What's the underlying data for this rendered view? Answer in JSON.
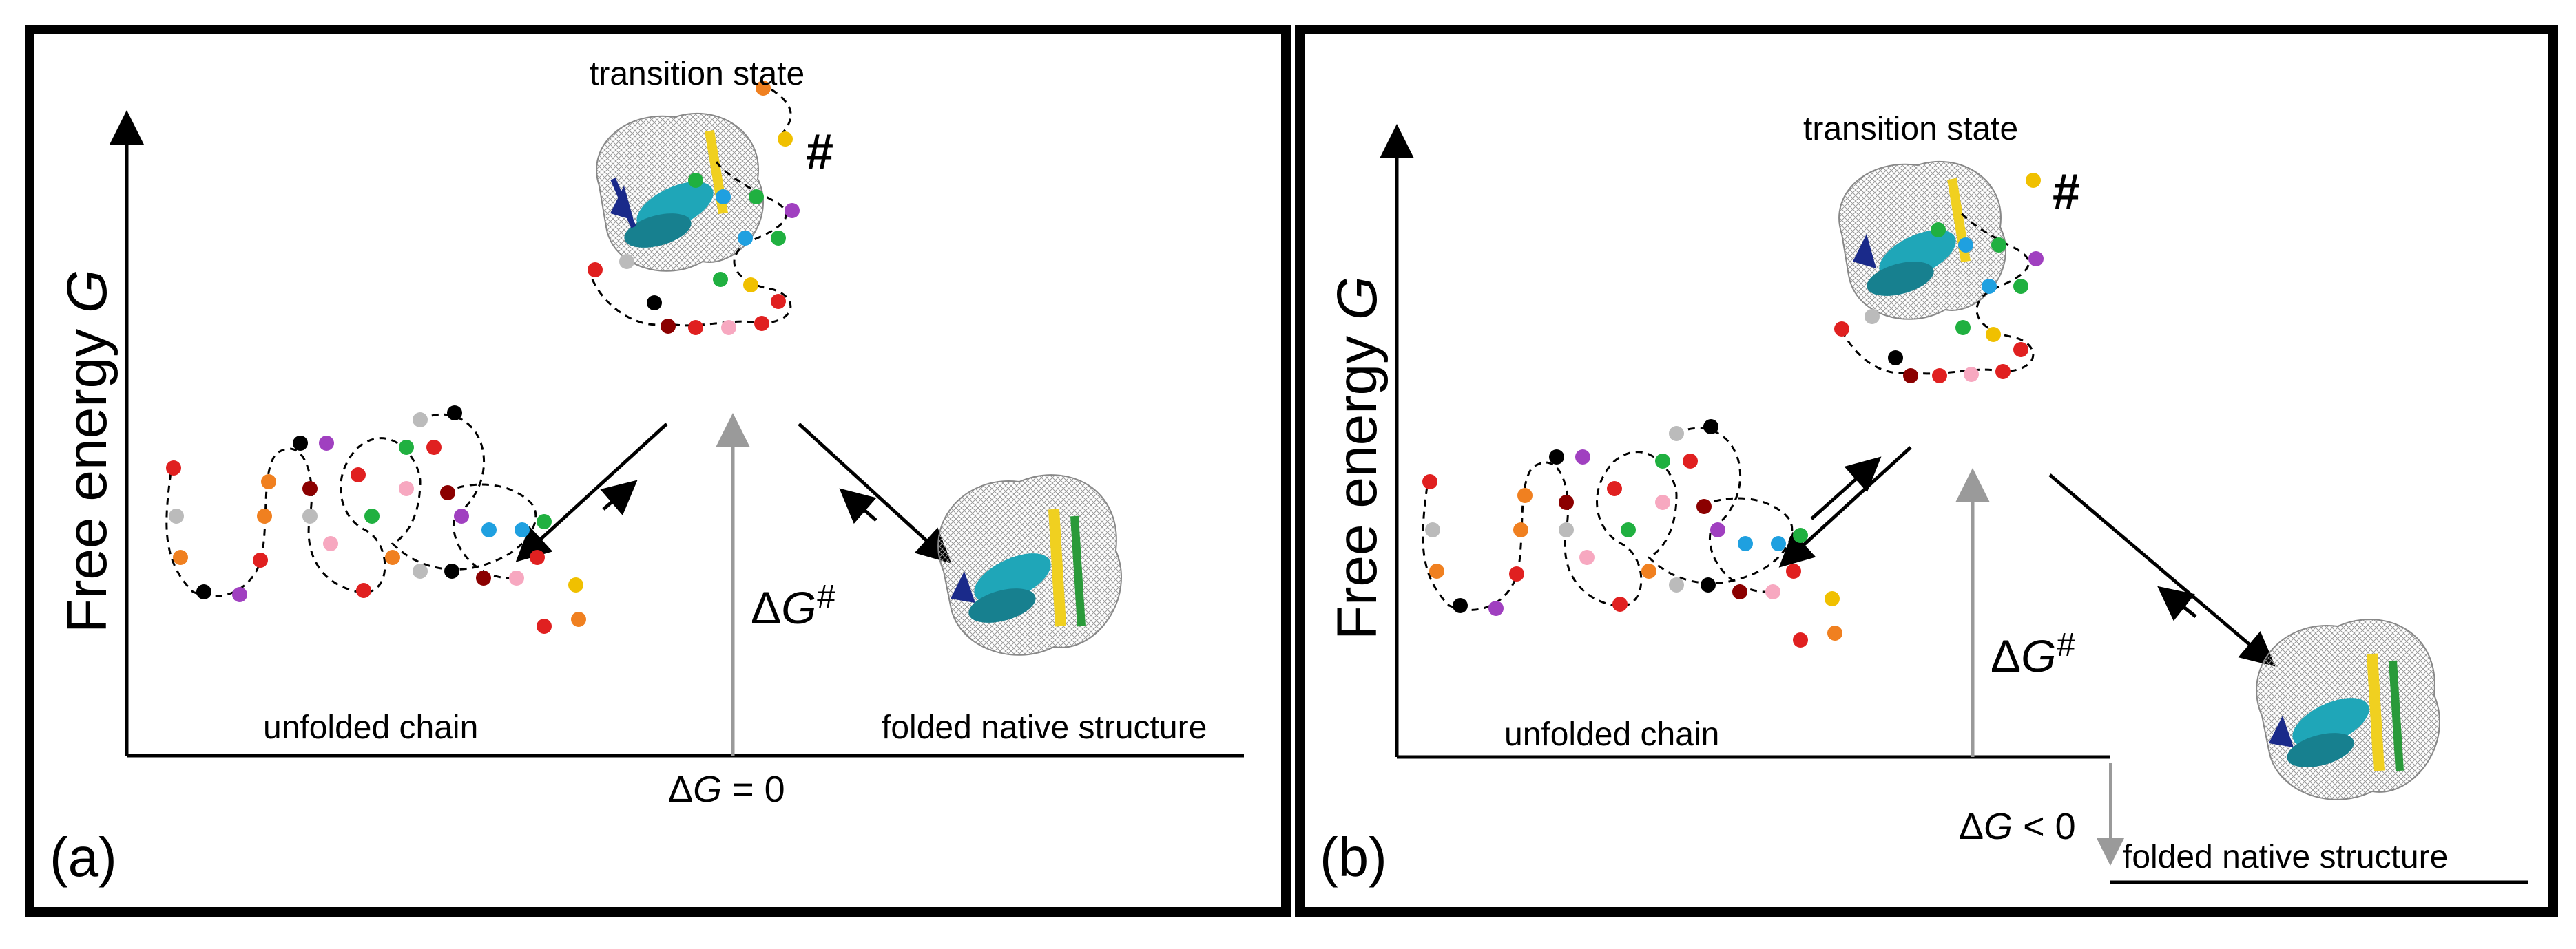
{
  "panel_a": {
    "letter": "(a)",
    "y_axis": "Free energy ",
    "y_axis_var": "G",
    "ts_label": "transition state",
    "ts_mark": "#",
    "dg_barrier_sym": "Δ",
    "dg_barrier_var": "G",
    "dg_barrier_sup": "#",
    "unfolded_label": "unfolded chain",
    "folded_label": "folded native structure",
    "dg_sym": "Δ",
    "dg_var": "G",
    "dg_rest": " = 0"
  },
  "panel_b": {
    "letter": "(b)",
    "y_axis": "Free energy ",
    "y_axis_var": "G",
    "ts_label": "transition state",
    "ts_mark": "#",
    "dg_barrier_sym": "Δ",
    "dg_barrier_var": "G",
    "dg_barrier_sup": "#",
    "unfolded_label": "unfolded chain",
    "folded_label": "folded native structure",
    "dg_sym": "Δ",
    "dg_var": "G",
    "dg_rest": " < 0"
  },
  "colors": {
    "border": "#000000",
    "arrow_gray": "#9a9a9a",
    "helix_cyan": "#1fa6b8",
    "strand_yellow": "#f0d020",
    "strand_green": "#2a9a3a",
    "navy": "#1a2a8a"
  }
}
